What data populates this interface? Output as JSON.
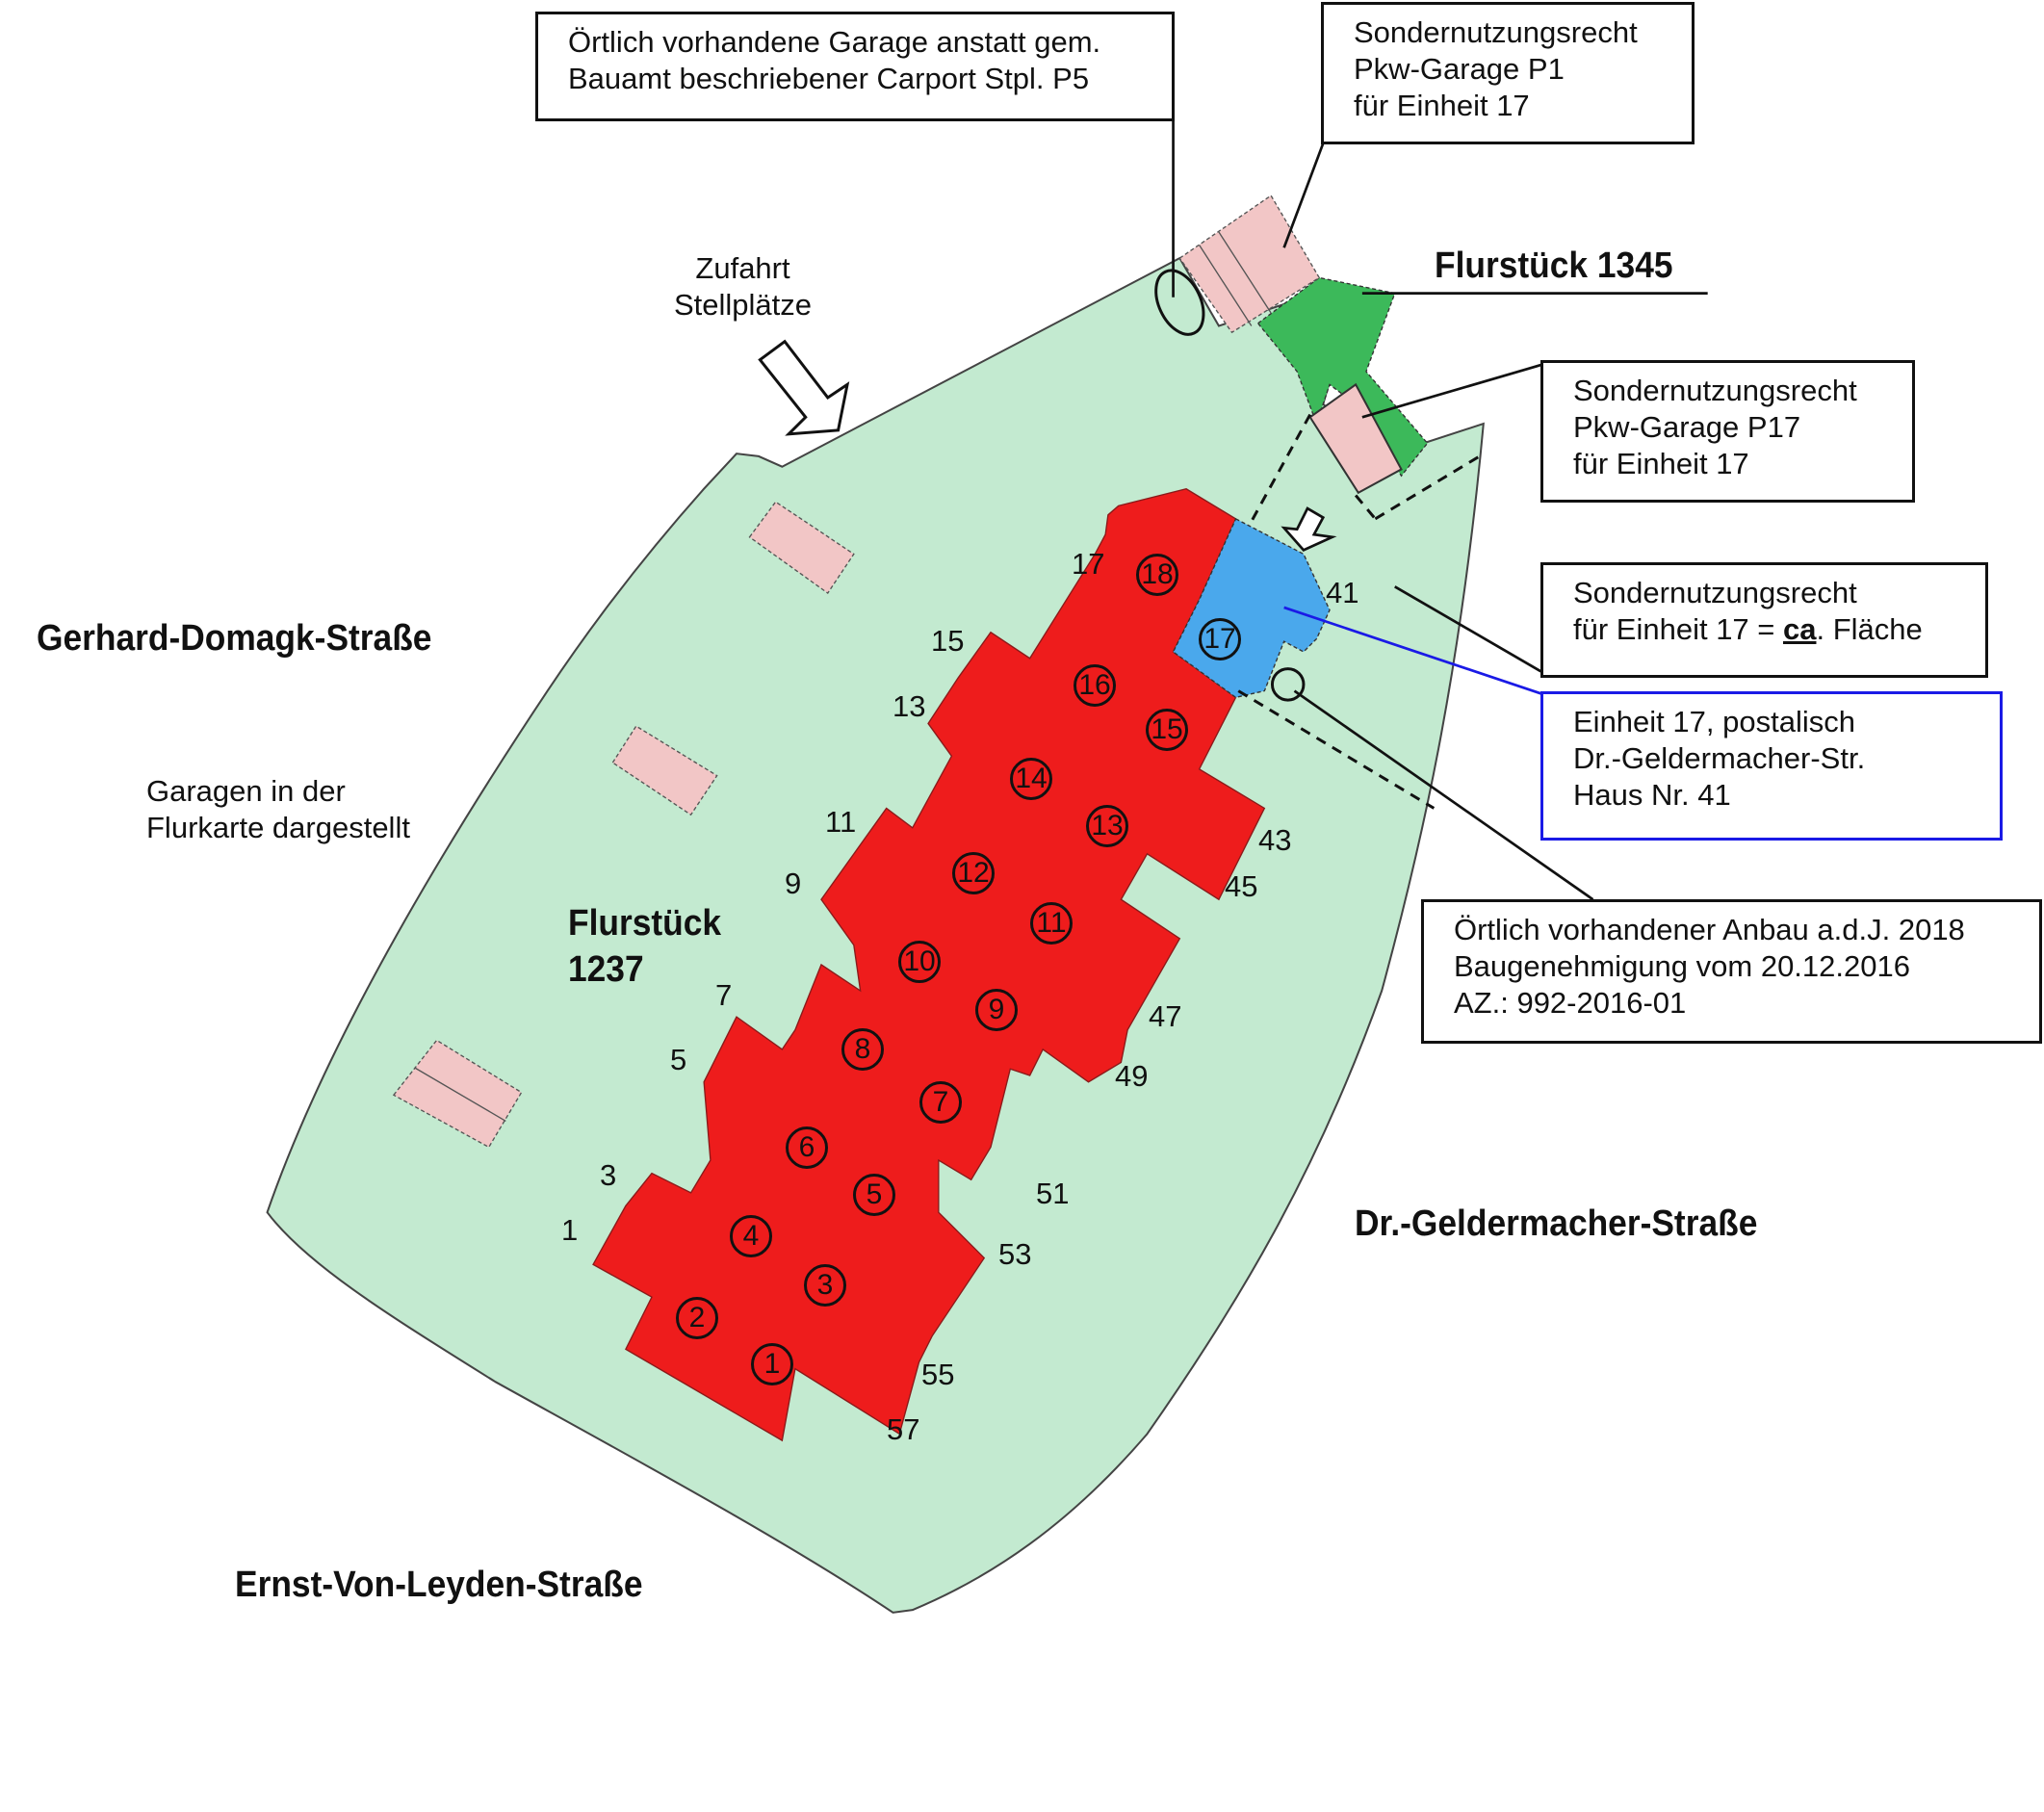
{
  "notes": {
    "carport": [
      "Örtlich vorhandene Garage anstatt gem.",
      "Bauamt beschriebener Carport Stpl. P5"
    ],
    "garage_p1": [
      "Sondernutzungsrecht",
      "Pkw-Garage P1",
      "für Einheit 17"
    ],
    "garage_p17": [
      "Sondernutzungsrecht",
      "Pkw-Garage P17",
      "für Einheit 17"
    ],
    "area": {
      "line1": "Sondernutzungsrecht",
      "line2_pre": "für Einheit 17 = ",
      "line2_ca": "ca",
      "line2_post": ". Fläche"
    },
    "postal": [
      "Einheit 17, postalisch",
      "Dr.-Geldermacher-Str.",
      "Haus Nr. 41"
    ],
    "anbau": [
      "Örtlich vorhandener Anbau a.d.J. 2018",
      "Baugenehmigung  vom 20.12.2016",
      "AZ.: 992-2016-01"
    ]
  },
  "labels": {
    "flurstueck_1345": "Flurstück 1345",
    "flurstueck_1237_l1": "Flurstück",
    "flurstueck_1237_l2": "1237",
    "zufahrt_l1": "Zufahrt",
    "zufahrt_l2": "Stellplätze",
    "garagen_l1": "Garagen in der",
    "garagen_l2": "Flurkarte dargestellt"
  },
  "streets": {
    "gerhard": "Gerhard-Domagk-Straße",
    "ernst": "Ernst-Von-Leyden-Straße",
    "geldermacher": "Dr.-Geldermacher-Straße"
  },
  "house_numbers": [
    "1",
    "3",
    "5",
    "7",
    "9",
    "11",
    "13",
    "15",
    "17",
    "41",
    "43",
    "45",
    "47",
    "49",
    "51",
    "53",
    "55",
    "57"
  ],
  "units": [
    "1",
    "2",
    "3",
    "4",
    "5",
    "6",
    "7",
    "8",
    "9",
    "10",
    "11",
    "12",
    "13",
    "14",
    "15",
    "16",
    "17",
    "18"
  ],
  "colors": {
    "parcel": "#c3ead0",
    "buildings": "#ee1c1c",
    "unit17": "#4aa8ec",
    "flurstueck_1345": "#3cb95a",
    "garages": "#f2c6c6",
    "postal_box": "#1a1ae6"
  }
}
